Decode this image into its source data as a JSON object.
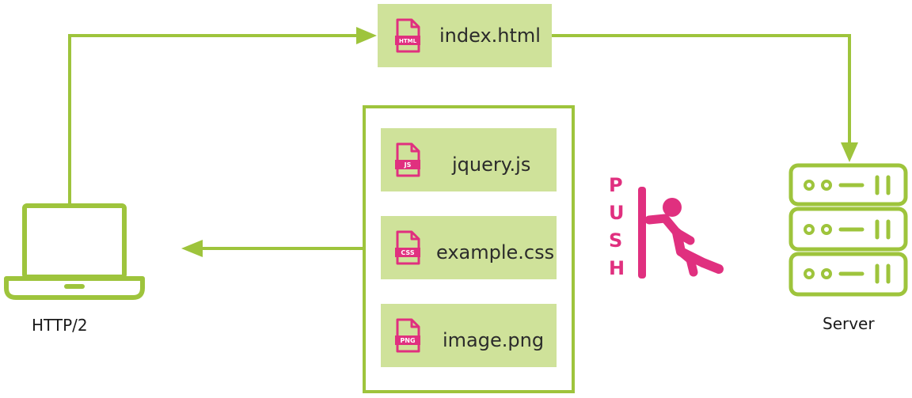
{
  "colors": {
    "accent_green": "#9ec43c",
    "box_fill": "#cfe29a",
    "push_pink": "#e0307f"
  },
  "index_file": {
    "name": "index.html",
    "icon_tag": "HTML",
    "icon": "html-file-icon"
  },
  "pushed_files": [
    {
      "name": "jquery.js",
      "icon_tag": "JS",
      "icon": "js-file-icon"
    },
    {
      "name": "example.css",
      "icon_tag": "CSS",
      "icon": "css-file-icon"
    },
    {
      "name": "image.png",
      "icon_tag": "PNG",
      "icon": "png-file-icon"
    }
  ],
  "client": {
    "label": "HTTP/2",
    "icon": "laptop-icon"
  },
  "server": {
    "label": "Server",
    "icon": "server-rack-icon"
  },
  "push": {
    "letters": [
      "P",
      "U",
      "S",
      "H"
    ],
    "icon": "person-pushing-icon"
  }
}
